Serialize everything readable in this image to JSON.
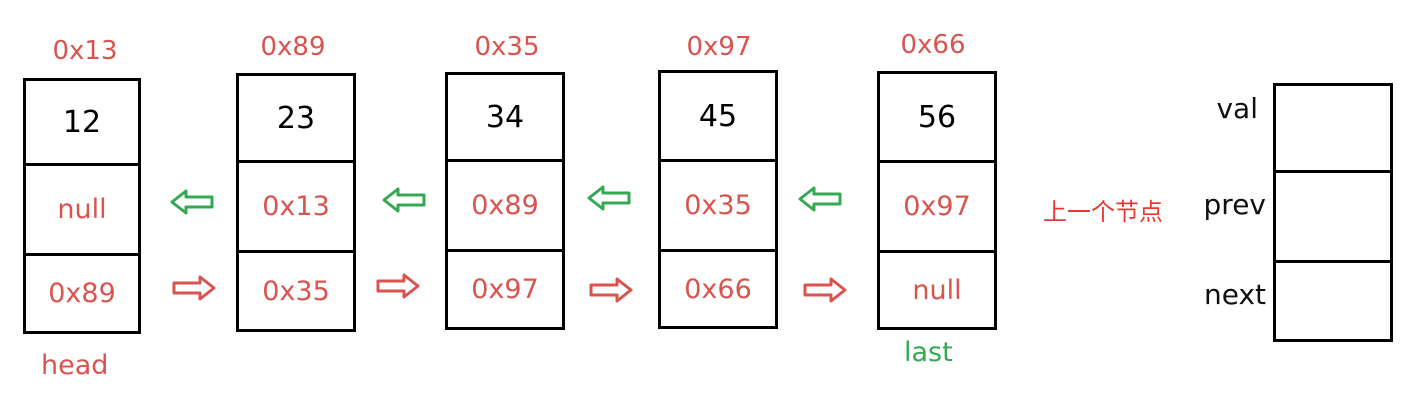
{
  "nodes": [
    {
      "address": "0x13",
      "val": "12",
      "prev": "null",
      "next": "0x89"
    },
    {
      "address": "0x89",
      "val": "23",
      "prev": "0x13",
      "next": "0x35"
    },
    {
      "address": "0x35",
      "val": "34",
      "prev": "0x89",
      "next": "0x97"
    },
    {
      "address": "0x97",
      "val": "45",
      "prev": "0x35",
      "next": "0x66"
    },
    {
      "address": "0x66",
      "val": "56",
      "prev": "0x97",
      "next": "null"
    }
  ],
  "labels": {
    "head": "head",
    "last": "last"
  },
  "legend": {
    "val": "val",
    "prev": "prev",
    "next": "next",
    "prev_note": "上一个节点"
  },
  "colors": {
    "pointer": "#d9534f",
    "prev_arrow": "#34a853",
    "next_arrow": "#d9534f",
    "last": "#34a853"
  }
}
